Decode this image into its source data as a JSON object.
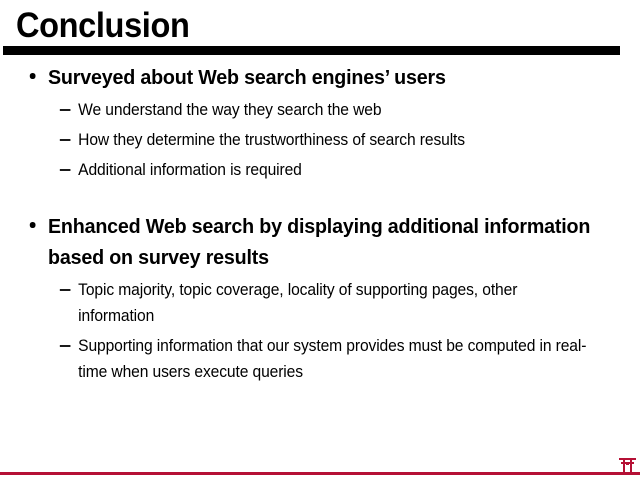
{
  "slide": {
    "title": "Conclusion",
    "accent_black": "#000000",
    "accent_red": "#b51035",
    "background": "#ffffff"
  },
  "content": {
    "groups": [
      {
        "bullet": "Surveyed about Web search engines’ users",
        "subitems": [
          "We understand the way they search the web",
          "How they determine the trustworthiness of search results",
          "Additional information is required"
        ]
      },
      {
        "bullet": "Enhanced Web search by displaying additional information based on survey results",
        "subitems": [
          "Topic majority, topic coverage, locality of supporting pages, other information",
          "Supporting information that our system provides must be computed in real-time when users execute queries"
        ]
      }
    ]
  },
  "footer": {
    "logo_name": "torii-gate-logo"
  }
}
